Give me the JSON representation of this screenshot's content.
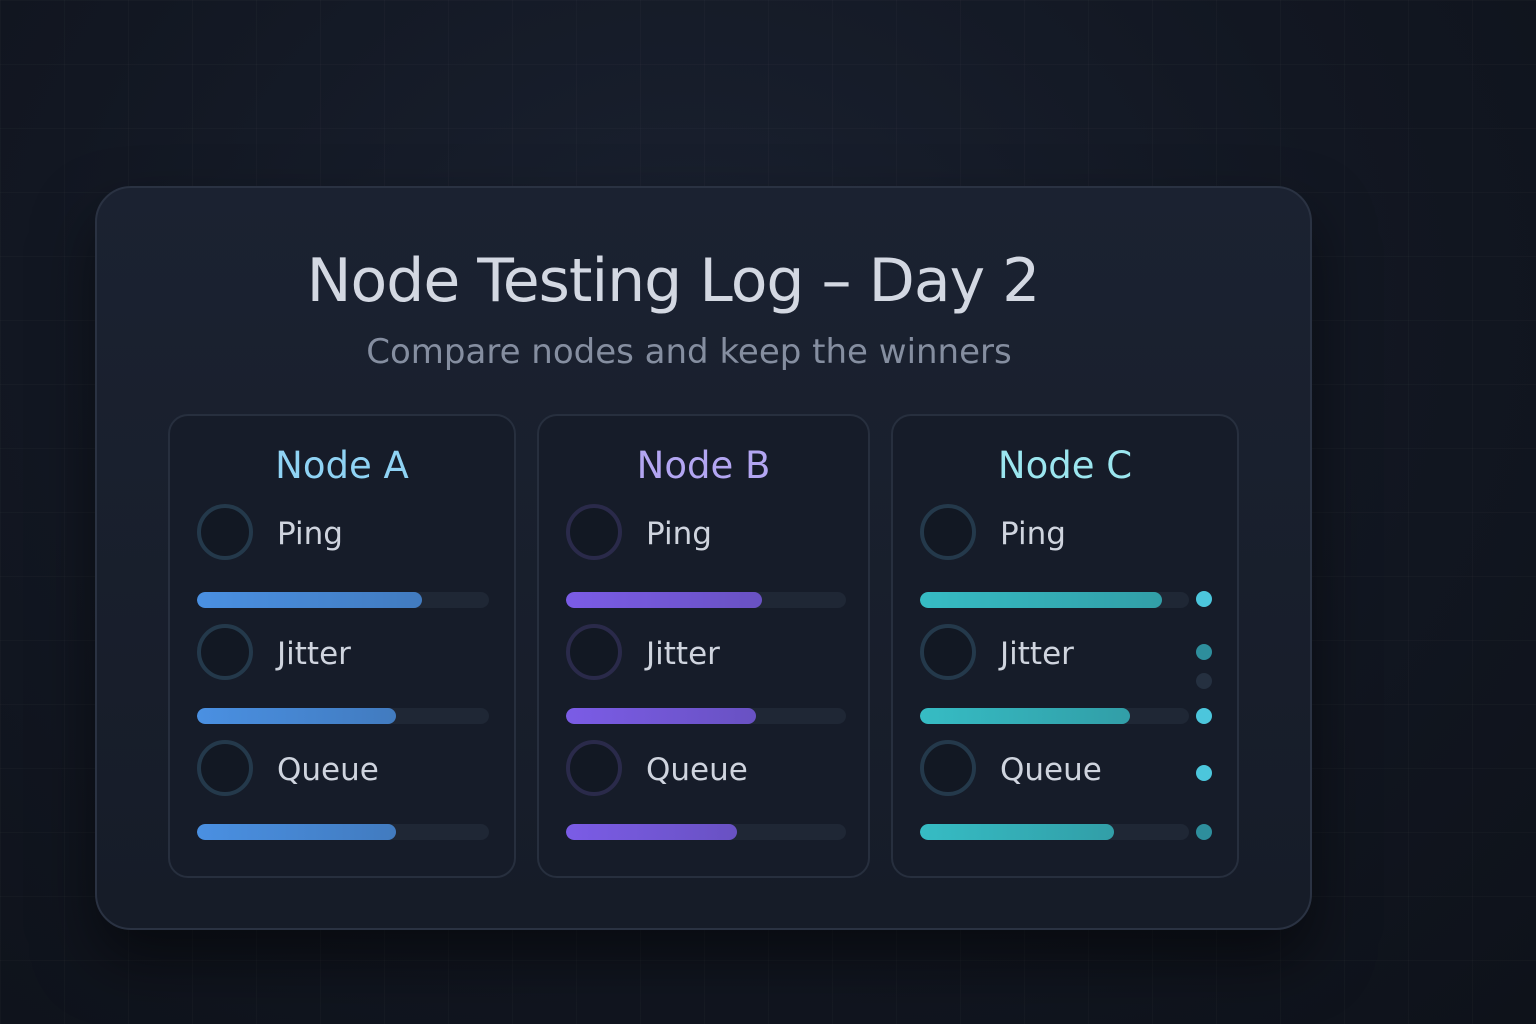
{
  "header": {
    "title": "Node Testing Log – Day 2",
    "subtitle": "Compare nodes and keep the winners"
  },
  "colors": {
    "node_a": "#4a90e2",
    "node_b": "#7b5ce6",
    "node_c": "#36bcc4",
    "title_a": "#8fd3f4",
    "title_b": "#b3a6f2",
    "title_c": "#9be6ef"
  },
  "nodes": [
    {
      "name": "Node A",
      "metrics": [
        {
          "label": "Ping",
          "progress": 0.77
        },
        {
          "label": "Jitter",
          "progress": 0.68
        },
        {
          "label": "Queue",
          "progress": 0.68
        }
      ]
    },
    {
      "name": "Node B",
      "metrics": [
        {
          "label": "Ping",
          "progress": 0.7
        },
        {
          "label": "Jitter",
          "progress": 0.68
        },
        {
          "label": "Queue",
          "progress": 0.61
        }
      ]
    },
    {
      "name": "Node C",
      "metrics": [
        {
          "label": "Ping",
          "progress": 0.9
        },
        {
          "label": "Jitter",
          "progress": 0.78
        },
        {
          "label": "Queue",
          "progress": 0.72
        }
      ]
    }
  ]
}
